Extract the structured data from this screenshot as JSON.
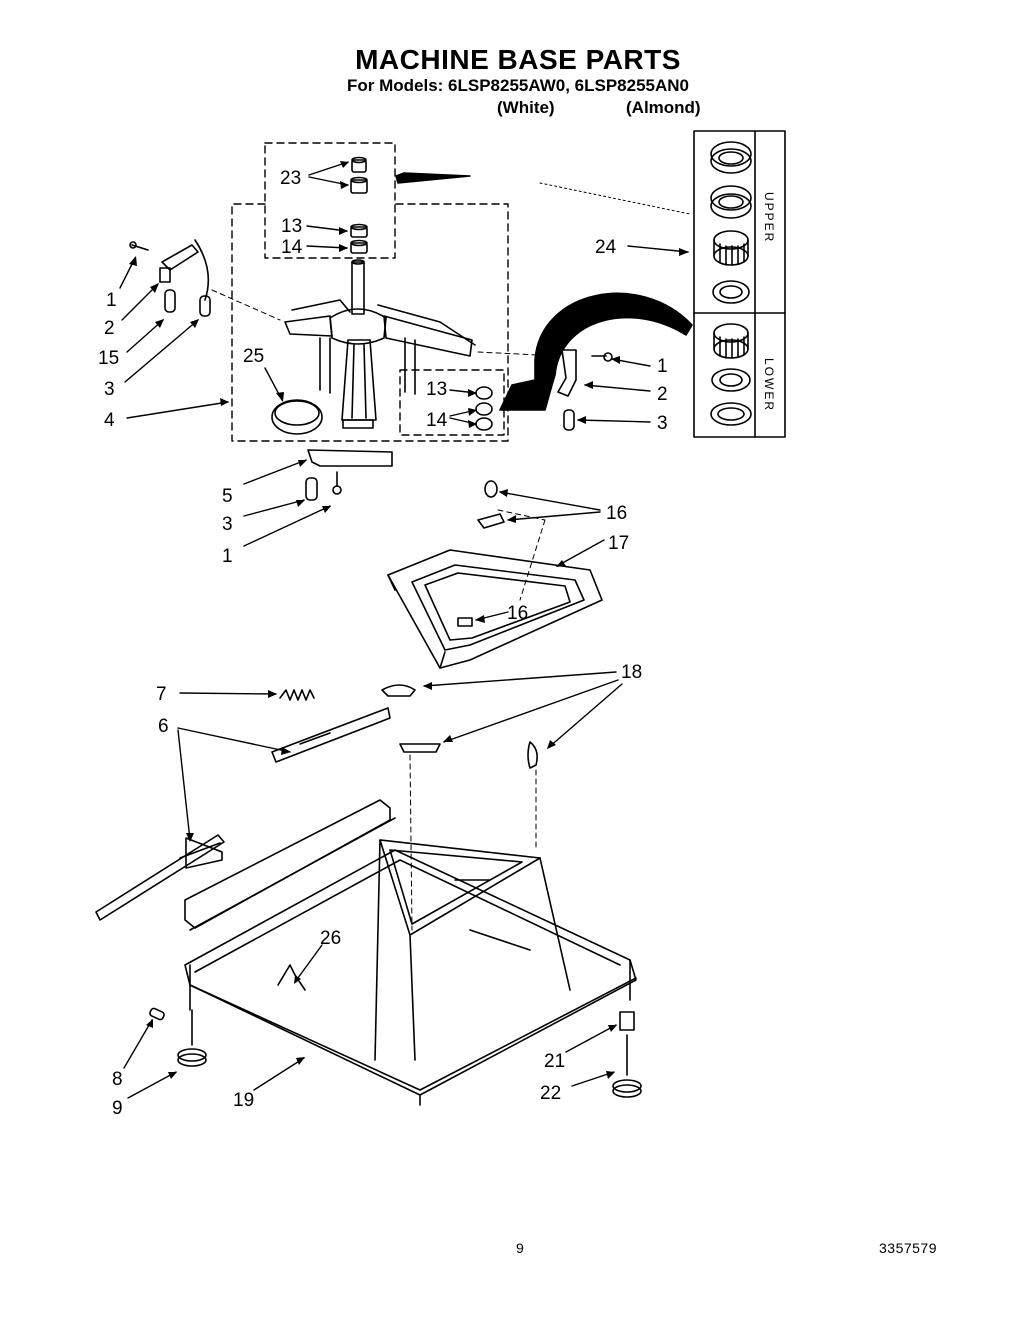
{
  "header": {
    "title": "MACHINE BASE PARTS",
    "models_line": "For Models: 6LSP8255AW0, 6LSP8255AN0",
    "color_white": "(White)",
    "color_almond": "(Almond)"
  },
  "inset": {
    "upper_label": "UPPER",
    "lower_label": "LOWER"
  },
  "callouts": [
    "23",
    "13",
    "14",
    "24",
    "1",
    "2",
    "15",
    "3",
    "25",
    "4",
    "13",
    "14",
    "1",
    "2",
    "3",
    "5",
    "3",
    "1",
    "16",
    "17",
    "16",
    "7",
    "18",
    "6",
    "26",
    "8",
    "9",
    "19",
    "21",
    "22"
  ],
  "footer": {
    "page_number": "9",
    "document_number": "3357579"
  }
}
